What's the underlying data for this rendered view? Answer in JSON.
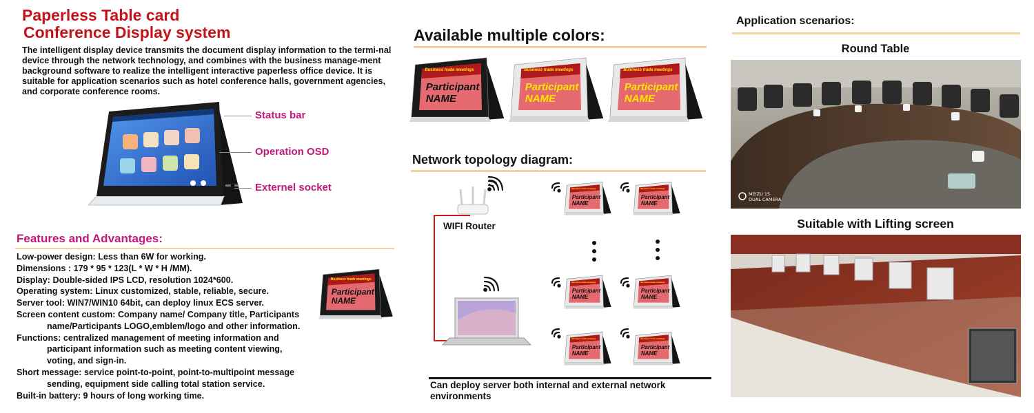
{
  "left": {
    "title_line1": "Paperless Table card",
    "title_line2": "Conference Display system",
    "intro": "The intelligent display device transmits the document display information to the termi-nal device through the network technology, and combines with the business manage-ment background software to realize the intelligent interactive paperless office device. It is suitable for application scenarios such as hotel conference halls, government agencies, and corporate conference rooms.",
    "callouts": {
      "status_bar": "Status bar",
      "operation_osd": "Operation OSD",
      "externel_socket": "Externel socket"
    },
    "features_title": "Features and Advantages:",
    "features": [
      "Low-power  design:  Less than 6W for working.",
      "Dimensions : 179 * 95 * 123(L * W * H /MM).",
      "Display: Double-sided IPS LCD, resolution 1024*600.",
      "Operating system: Linux customized, stable, reliable, secure.",
      "Server tool: WIN7/WIN10 64bit, can deploy linux ECS server.",
      "Screen content custom: Company name/ Company title, Participants",
      "name/Participants LOGO,emblem/logo and other information.",
      "Functions: centralized management of meeting information and",
      "participant information such as meeting content viewing,",
      "voting, and sign-in.",
      "Short message: service point-to-point, point-to-multipoint message",
      "sending, equipment side calling total station service.",
      "Built-in battery: 9 hours of long working time."
    ]
  },
  "card_text": {
    "banner": "Business trade meetings",
    "line1": "Participant",
    "line2": "NAME"
  },
  "middle": {
    "colors_heading": "Available multiple colors:",
    "topology_heading": "Network topology diagram:",
    "router_label": "WIFI Router",
    "deploy_text": "Can deploy server both internal and external network environments"
  },
  "right": {
    "app_heading": "Application scenarios:",
    "round_table": "Round Table",
    "lifting_screen": "Suitable with Lifting screen",
    "camera_brand": "MEIZU 15",
    "camera_sub": "DUAL CAMERA"
  },
  "colors": {
    "title_red": "#c4141b",
    "accent_magenta": "#c2177c",
    "rule_gold": "#f3d19a",
    "screen_pink": "#e46a6f",
    "banner_red": "#b01919",
    "wire_red": "#c91a1a",
    "text_yellow": "#ffe600"
  }
}
